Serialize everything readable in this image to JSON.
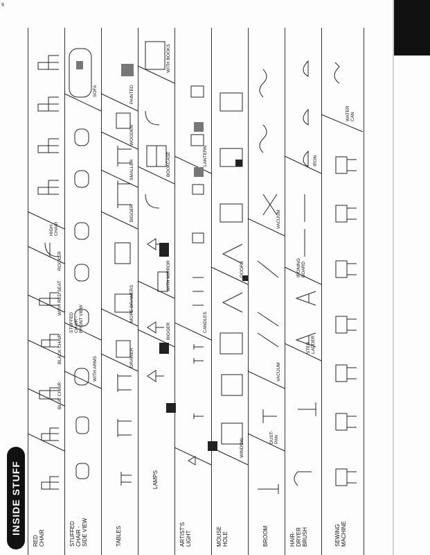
{
  "header": {
    "logo": "INSIDE STUFF",
    "corner_note": "9"
  },
  "rows": [
    {
      "label": "RED\nCHAIR",
      "cells": [
        "BLUE CHAIR",
        "BLACK CHAIR",
        "WITH RED SEAT",
        "ROCKER",
        "HIGH\nCHAIR"
      ]
    },
    {
      "label": "STUFFED\nCHAIR -\nSIDE VIEW",
      "cells": [
        "WITH ARMS",
        "STUFFED\nCHAIR -\nFRONT VIEW",
        "",
        "",
        "SOFA"
      ]
    },
    {
      "label": "TABLES",
      "cells": [
        "",
        "DRAWER",
        "MORE DRAWERS",
        "BIGGER",
        "SMALLER",
        "WOODEN",
        "PAINTED"
      ]
    },
    {
      "label": "LAMPS",
      "cells": [
        "",
        "BIGGER",
        "WITH MIRROR",
        "",
        "BOOKCASE",
        "",
        "WITH BOOKS"
      ]
    },
    {
      "label": "ARTIST'S\nLIGHT",
      "cells": [
        "",
        "CANDLES",
        "",
        "",
        "LANTERN",
        ""
      ]
    },
    {
      "label": "MOUSE\nHOLE",
      "cells": [
        "WINDOW",
        "",
        "DOORS",
        "",
        ""
      ]
    },
    {
      "label": "BROOM",
      "cells": [
        "DUST-\nPAN",
        "VACUUM",
        "",
        "VACUUM",
        ""
      ]
    },
    {
      "label": "HAIR-\nDRYER\nBRUSH",
      "cells": [
        "",
        "STEP\nLADDER",
        "",
        "IRONING\nBOARD",
        "IRON"
      ]
    },
    {
      "label": "SEWING\nMACHINE",
      "cells": [
        "",
        "",
        "",
        "",
        "",
        "WATER\nCAN"
      ]
    }
  ]
}
